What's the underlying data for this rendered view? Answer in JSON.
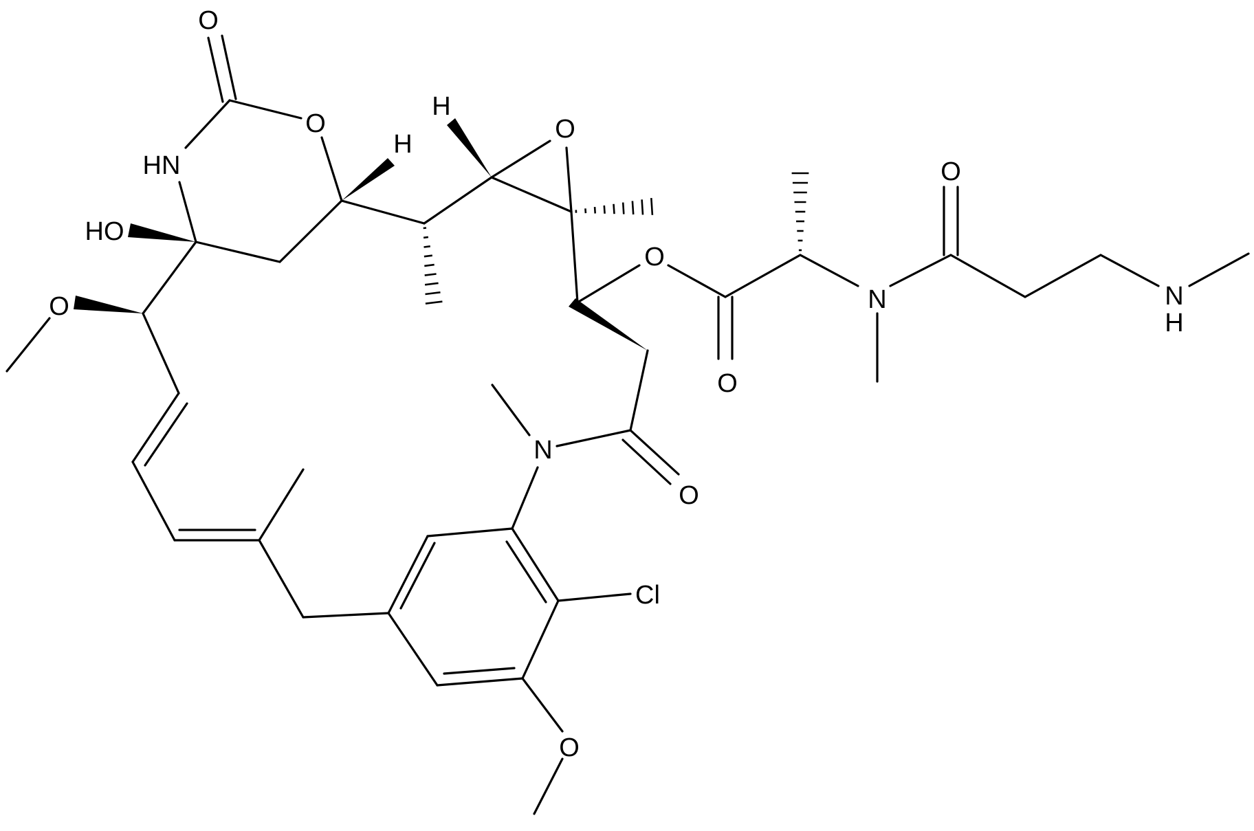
{
  "structure": {
    "colors": {
      "ink": "#000000",
      "background": "#ffffff"
    },
    "labels": {
      "o_carbamate_carbonyl": "O",
      "o_ring_carbamate": "O",
      "hn_carbamate": "HN",
      "h_c10": "H",
      "ho": "HO",
      "o_methoxy_top": "O",
      "h_epoxide": "H",
      "o_epoxide": "O",
      "o_ester": "O",
      "o_ester_carbonyl": "O",
      "n_amide_chain": "N",
      "o_amide_chain": "O",
      "nh_n": "N",
      "nh_h": "H",
      "n_lactam": "N",
      "o_lactam": "O",
      "cl": "Cl",
      "o_methoxy_aryl": "O"
    }
  }
}
